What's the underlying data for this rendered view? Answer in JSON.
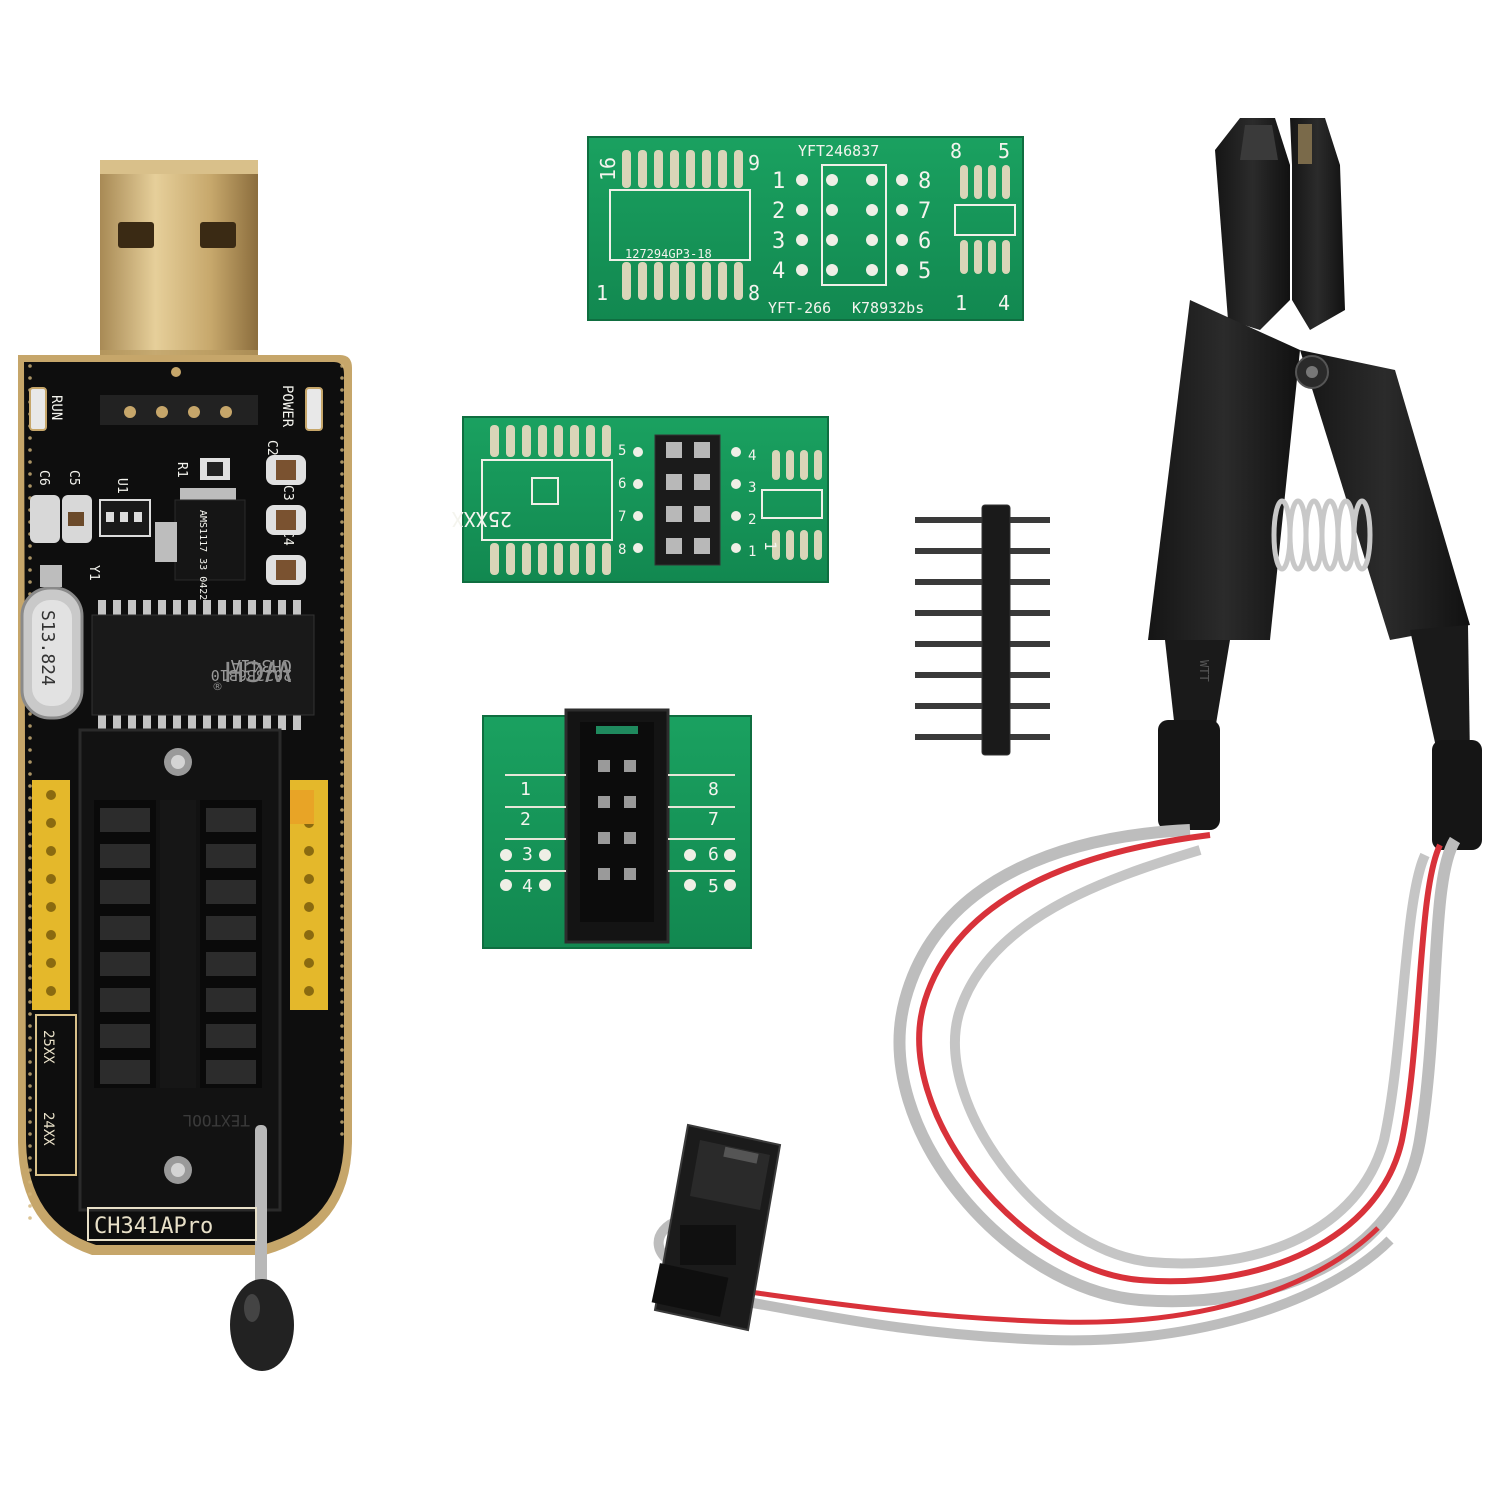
{
  "programmer": {
    "board_label": "CH341APro",
    "led_run": "RUN",
    "led_power": "POWER",
    "cap_labels": [
      "C6",
      "C5",
      "C2",
      "C3",
      "C4"
    ],
    "r_label": "R1",
    "u_label": "U1",
    "y_label": "Y1",
    "regulator_text": "AMS1117 33 0422",
    "crystal_text": "S13.824",
    "chip_text_1": "CH341A",
    "chip_text_2": "2023B6B10",
    "chip_logo": "WCH",
    "chip_mark": "®",
    "zif_text": "TEXTOOL",
    "eeprom_25": "25XX",
    "eeprom_24": "24XX"
  },
  "adapter_top": {
    "part_no": "YFT246837",
    "ic_text": "127294GP3-18",
    "footer_left": "YFT-266",
    "footer_right": "K78932bs",
    "pin_16": "16",
    "pin_9": "9",
    "pin_1": "1",
    "pin_8": "8",
    "right_8": "8",
    "right_5": "5",
    "right_1": "1",
    "right_4": "4",
    "mid_left": [
      "1",
      "2",
      "3",
      "4"
    ],
    "mid_right": [
      "8",
      "7",
      "6",
      "5"
    ]
  },
  "adapter_mid": {
    "chip_label": "25XXX",
    "pins_left": [
      "5",
      "6",
      "7",
      "8"
    ],
    "pins_right": [
      "4",
      "3",
      "2",
      "1"
    ],
    "pin_1_edge": "1"
  },
  "adapter_bottom": {
    "left_pins": [
      "1",
      "2",
      "3",
      "4"
    ],
    "right_pins": [
      "8",
      "7",
      "6",
      "5"
    ]
  },
  "clip": {
    "body_text": "WTT"
  },
  "colors": {
    "pcb_green": "#17965a",
    "pcb_black": "#0e0e0e",
    "gold": "#c8a565",
    "wire_red": "#d8323a",
    "wire_grey": "#b9b9b9"
  },
  "icons": [
    "usb-plug-icon",
    "zif-socket-icon",
    "spring-icon"
  ]
}
